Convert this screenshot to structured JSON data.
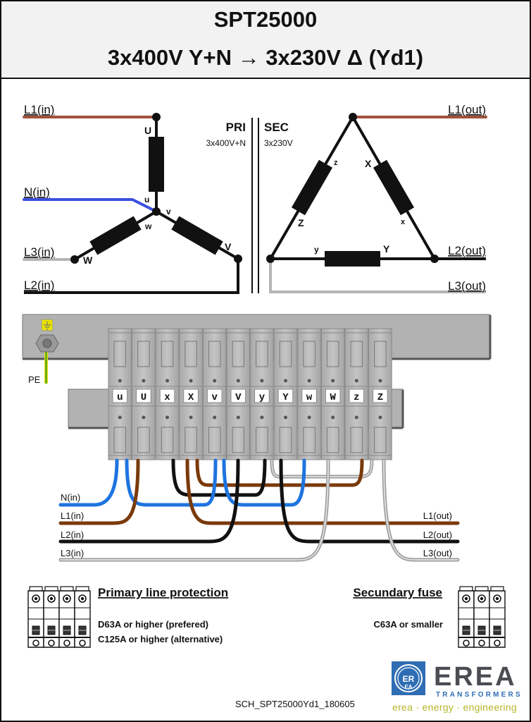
{
  "header": {
    "title": "SPT25000",
    "subtitle": "3x400V Y+N → 3x230V Δ  (Yd1)"
  },
  "schematic": {
    "primary": {
      "label": "PRI",
      "rating": "3x400V+N",
      "lines": [
        "L1(in)",
        "N(in)",
        "L3(in)",
        "L2(in)"
      ],
      "winding_labels": {
        "U": "U",
        "u": "u",
        "v": "v",
        "V": "V",
        "w": "w",
        "W": "W"
      }
    },
    "secondary": {
      "label": "SEC",
      "rating": "3x230V",
      "lines": [
        "L1(out)",
        "L2(out)",
        "L3(out)"
      ],
      "winding_labels": {
        "z": "z",
        "Z": "Z",
        "X": "X",
        "x": "x",
        "y": "y",
        "Y": "Y"
      }
    }
  },
  "terminal_block": {
    "pe_label": "PE",
    "terminals": [
      "u",
      "U",
      "x",
      "X",
      "v",
      "V",
      "y",
      "Y",
      "w",
      "W",
      "z",
      "Z"
    ]
  },
  "wiring": {
    "left_labels": [
      "N(in)",
      "L1(in)",
      "L2(in)",
      "L3(in)"
    ],
    "right_labels": [
      "L1(out)",
      "L2(out)",
      "L3(out)"
    ]
  },
  "colors": {
    "L1": "#8B4513",
    "N": "#1E74E0",
    "L2": "#111111",
    "L3": "#B0B0B0",
    "schematic_L1": "#A0523D",
    "schematic_N": "#3A4FE0",
    "pe_yellow": "#E8E000",
    "pe_green": "#3A9A2A"
  },
  "protection": {
    "primary": {
      "title": "Primary line protection",
      "lines": [
        "D63A or higher (prefered)",
        "C125A or higher (alternative)"
      ]
    },
    "secondary": {
      "title": "Secundary fuse",
      "lines": [
        "C63A or smaller"
      ]
    }
  },
  "footer": {
    "document_id": "SCH_SPT25000Yd1_180605",
    "logo_name": "EREA",
    "logo_sub": "TRANSFORMERS",
    "tagline": "erea · energy · engineering"
  }
}
